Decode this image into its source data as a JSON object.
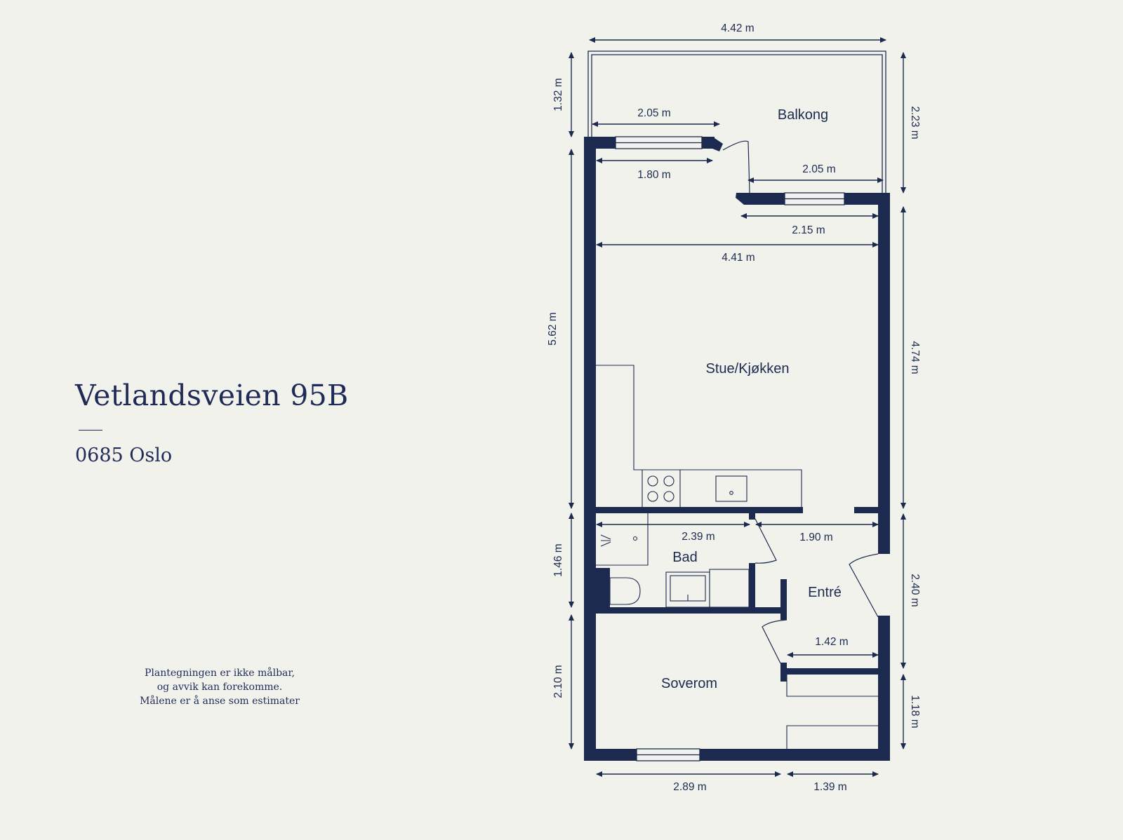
{
  "property": {
    "address": "Vetlandsveien 95B",
    "postal": "0685 Oslo"
  },
  "disclaimer": [
    "Plantegningen er ikke målbar,",
    "og avvik kan forekomme.",
    "Målene er å anse som estimater"
  ],
  "rooms": {
    "balkong": "Balkong",
    "stue": "Stue/Kjøkken",
    "bad": "Bad",
    "entre": "Entré",
    "soverom": "Soverom"
  },
  "dimensions": {
    "total_width": "4.42 m",
    "balcony_depth": "1.32 m",
    "balcony_right": "2.23 m",
    "balcony_window": "2.05 m",
    "window_top_left": "1.80 m",
    "window_top_right": "2.05 m",
    "wall_right_top": "2.15 m",
    "living_width": "4.41 m",
    "living_height": "5.62 m",
    "living_right_height": "4.74 m",
    "bath_width": "2.39 m",
    "hall_width": "1.90 m",
    "bath_height": "1.46 m",
    "hall_height": "2.40 m",
    "closet_width": "1.42 m",
    "bedroom_height": "2.10 m",
    "closet_height": "1.18 m",
    "bedroom_width": "2.89 m",
    "closet_bottom_width": "1.39 m"
  },
  "colors": {
    "background": "#f2f2ed",
    "wall": "#1c2a4f"
  }
}
